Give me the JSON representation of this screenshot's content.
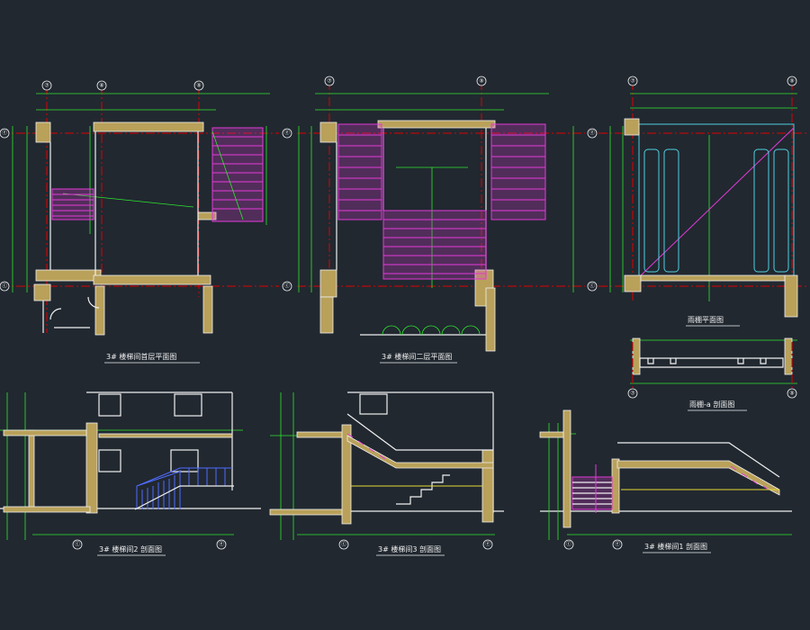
{
  "titles": {
    "plan_ground": "3# 楼梯间首层平面图",
    "plan_second": "3# 楼梯间二层平面图",
    "plan_canopy": "雨棚平面图",
    "section_canopy": "雨棚-a 剖面图",
    "section_2": "3# 楼梯间2 剖面图",
    "section_3": "3# 楼梯间3 剖面图",
    "section_1": "3# 楼梯间1 剖面图"
  },
  "axes": {
    "plan_ground": [
      "⑦",
      "⑧",
      "⑨",
      "ⓔ",
      "ⓒ"
    ],
    "plan_second": [
      "⑦",
      "⑨",
      "ⓔ",
      "ⓒ"
    ],
    "plan_canopy": [
      "⑦",
      "⑨",
      "ⓔ",
      "ⓒ"
    ],
    "section_canopy": [
      "⑦",
      "⑨"
    ],
    "section_2": [
      "ⓒ",
      "ⓔ"
    ],
    "section_3": [
      "ⓒ",
      "ⓔ"
    ],
    "section_1": [
      "ⓒ",
      "ⓔ"
    ]
  },
  "colors": {
    "background": "#212830",
    "axis_line": "#e00000",
    "dimension": "#2ee62e",
    "wall": "#f0f0f0",
    "wall_hatch": "#b9a15a",
    "stair": "#e23ad8",
    "canopy": "#4fd0e0",
    "railing": "#4f6cff"
  }
}
